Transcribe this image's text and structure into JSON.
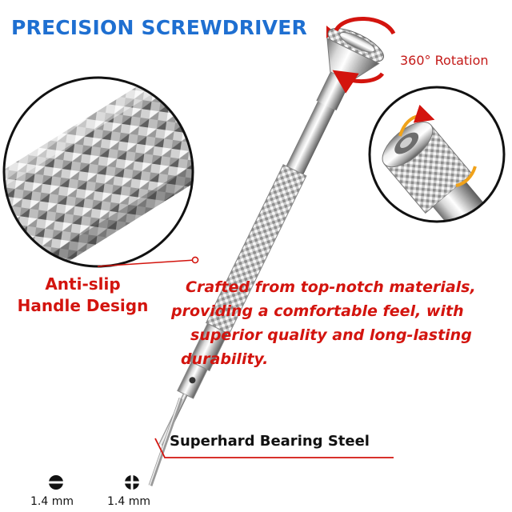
{
  "title": "PRECISION SCREWDRIVER",
  "rotation_label": "360° Rotation",
  "feature_handle": {
    "line1": "Anti-slip",
    "line2": "Handle Design"
  },
  "description_lines": [
    "Crafted from top-notch materials,",
    "providing a comfortable feel, with",
    "superior quality and long-lasting",
    "durability."
  ],
  "material_label": "Superhard Bearing Steel",
  "tips": [
    {
      "type": "flat",
      "icon": "slotted-tip-icon",
      "size": "1.4 mm"
    },
    {
      "type": "cross",
      "icon": "phillips-tip-icon",
      "size": "1.4 mm"
    }
  ],
  "colors": {
    "title": "#1e6fd1",
    "accent_red": "#d3140e",
    "metal_light": "#f2f2f2",
    "metal_dark": "#8a8a8a"
  }
}
